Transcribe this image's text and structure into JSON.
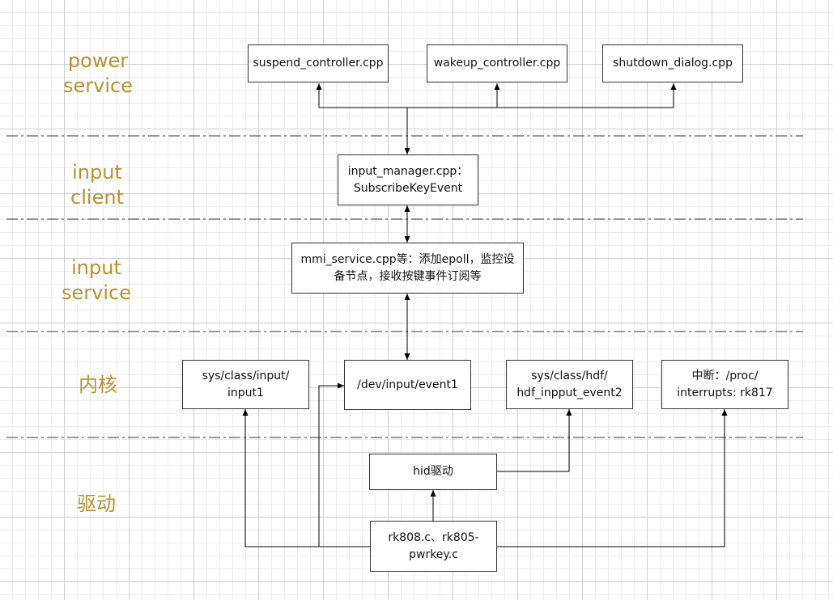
{
  "colors": {
    "layer_text": "#b8922e",
    "line": "#000000",
    "separator": "#333333",
    "box_border": "#333333"
  },
  "layers": {
    "power_service": [
      "power",
      "service"
    ],
    "input_client": [
      "input",
      "client"
    ],
    "input_service": [
      "input",
      "service"
    ],
    "kernel": [
      "内核"
    ],
    "driver": [
      "驱动"
    ]
  },
  "nodes": {
    "suspend": [
      "suspend_controller.cpp"
    ],
    "wakeup": [
      "wakeup_controller.cpp"
    ],
    "shutdown": [
      "shutdown_dialog.cpp"
    ],
    "input_manager": [
      "input_manager.cpp：",
      "SubscribeKeyEvent"
    ],
    "mmi_service": [
      "mmi_service.cpp等：添加epoll，监控设",
      "备节点，接收按键事件订阅等"
    ],
    "sys_class_input": [
      "sys/class/input/",
      "input1"
    ],
    "dev_input": [
      "/dev/input/event1"
    ],
    "sys_class_hdf": [
      "sys/class/hdf/",
      "hdf_inpput_event2"
    ],
    "interrupts": [
      "中断：/proc/",
      "interrupts: rk817"
    ],
    "hid_driver": [
      "hid驱动"
    ],
    "rk808": [
      "rk808.c、rk805-",
      "pwrkey.c"
    ]
  }
}
